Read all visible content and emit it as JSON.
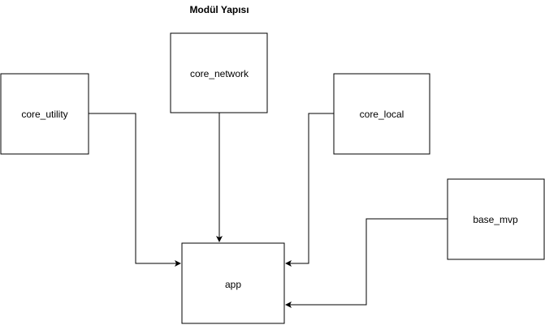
{
  "diagram": {
    "title": "Modül Yapısı",
    "nodes": {
      "core_utility": "core_utility",
      "core_network": "core_network",
      "core_local": "core_local",
      "base_mvp": "base_mvp",
      "app": "app"
    },
    "edges": [
      {
        "from": "core_utility",
        "to": "app"
      },
      {
        "from": "core_network",
        "to": "app"
      },
      {
        "from": "core_local",
        "to": "app"
      },
      {
        "from": "base_mvp",
        "to": "app"
      }
    ],
    "colors": {
      "stroke": "#000000",
      "fill": "#ffffff",
      "text": "#000000"
    }
  }
}
